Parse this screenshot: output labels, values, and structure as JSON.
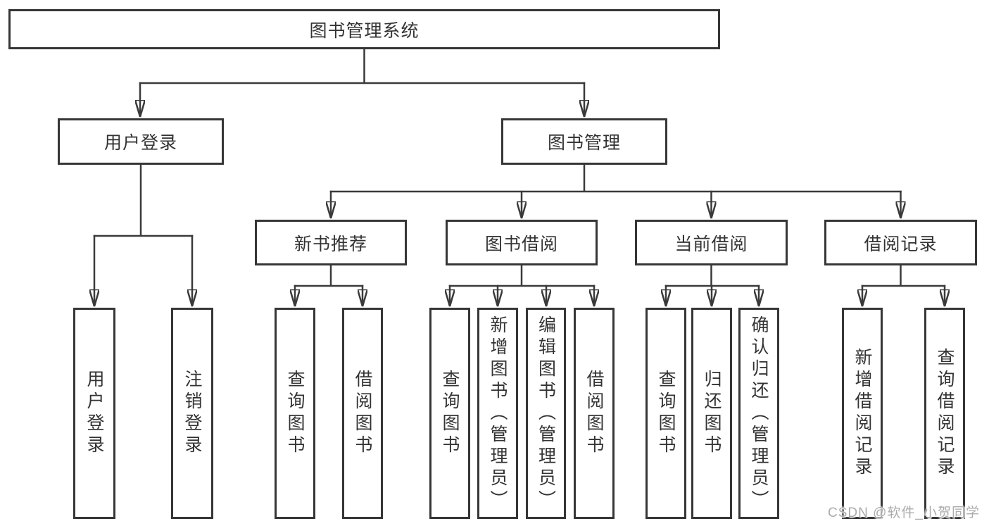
{
  "diagram_type": "hierarchy-tree",
  "colors": {
    "line": "#3a3a3a",
    "box_border": "#363636",
    "text": "#333333",
    "background": "#ffffff",
    "watermark": "#ababab"
  },
  "watermark": {
    "text": "CSDN @软件_小贺同学"
  },
  "tree": {
    "label": "图书管理系统",
    "children": [
      {
        "label": "用户登录",
        "children": [
          {
            "label": "用户登录"
          },
          {
            "label": "注销登录"
          }
        ]
      },
      {
        "label": "图书管理",
        "children": [
          {
            "label": "新书推荐",
            "children": [
              {
                "label": "查询图书"
              },
              {
                "label": "借阅图书"
              }
            ]
          },
          {
            "label": "图书借阅",
            "children": [
              {
                "label": "查询图书"
              },
              {
                "label": "新增图书（管理员）"
              },
              {
                "label": "编辑图书（管理员）"
              },
              {
                "label": "借阅图书"
              }
            ]
          },
          {
            "label": "当前借阅",
            "children": [
              {
                "label": "查询图书"
              },
              {
                "label": "归还图书"
              },
              {
                "label": "确认归还（管理员）"
              }
            ]
          },
          {
            "label": "借阅记录",
            "children": [
              {
                "label": "新增借阅记录"
              },
              {
                "label": "查询借阅记录"
              }
            ]
          }
        ]
      }
    ]
  }
}
